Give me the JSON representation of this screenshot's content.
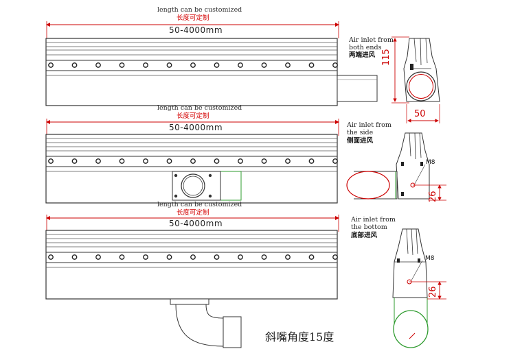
{
  "diagrams": [
    {
      "caption": "length can be customized",
      "caption_cn": "长度可定制",
      "length_range": "50-4000mm",
      "inlet_en": "Air inlet from both ends",
      "inlet_cn": "两端进风",
      "inlet_en_lines": [
        "Air inlet from",
        "both ends"
      ],
      "dims": {
        "height": "115",
        "width": "50"
      }
    },
    {
      "caption": "length can be customized",
      "caption_cn": "长度可定制",
      "length_range": "50-4000mm",
      "inlet_en": "Air inlet from the side",
      "inlet_cn": "侧面进风",
      "inlet_en_lines": [
        "Air inlet from",
        "the side"
      ],
      "dims": {
        "thread": "M8",
        "offset": "26"
      }
    },
    {
      "caption": "length can be customized",
      "caption_cn": "长度可定制",
      "length_range": "50-4000mm",
      "inlet_en": "Air inlet from the bottom",
      "inlet_cn": "底部进风",
      "inlet_en_lines": [
        "Air inlet from",
        "the bottom"
      ],
      "dims": {
        "thread": "M8",
        "offset": "26"
      }
    }
  ],
  "nozzle_angle": "斜嘴角度15度",
  "colors": {
    "dimension_red": "#cc0000",
    "outline": "#333333",
    "accent_green": "#2e9b2e"
  }
}
